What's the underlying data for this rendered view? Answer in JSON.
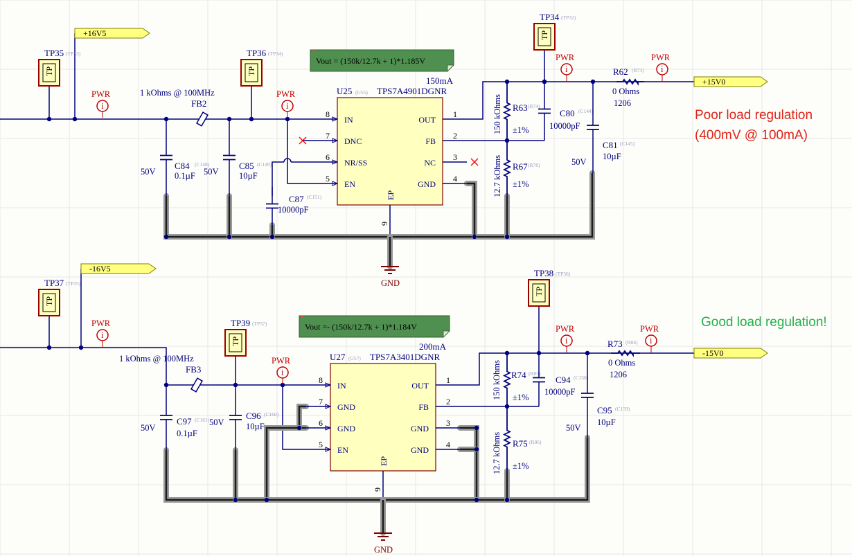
{
  "notes": {
    "poor_line1": "Poor load regulation",
    "poor_line2": "(400mV @ 100mA)",
    "good": "Good load regulation!",
    "poor_color": "#e0241a",
    "good_color": "#22b04b"
  },
  "top": {
    "rail_in": "+16V5",
    "rail_out": "+15V0",
    "formula": "Vout = (150k/12.7k + 1)*1.185V",
    "ic": {
      "ref": "U25",
      "ref_small": "(U55)",
      "part": "TPS7A4901DGNR",
      "current": "150mA",
      "ep": "EP",
      "pins_left": [
        {
          "num": "8",
          "name": "IN"
        },
        {
          "num": "7",
          "name": "DNC"
        },
        {
          "num": "6",
          "name": "NR/SS"
        },
        {
          "num": "5",
          "name": "EN"
        }
      ],
      "pins_right": [
        {
          "num": "1",
          "name": "OUT"
        },
        {
          "num": "2",
          "name": "FB"
        },
        {
          "num": "3",
          "name": "NC"
        },
        {
          "num": "4",
          "name": "GND"
        }
      ],
      "pin_bottom": "9"
    },
    "tp_a": {
      "ref": "TP35",
      "small": "(TP33)"
    },
    "tp_b": {
      "ref": "TP36",
      "small": "(TP34)"
    },
    "tp_c": {
      "ref": "TP34",
      "small": "(TP32)"
    },
    "fb": {
      "ref": "FB2",
      "value": "1 kOhms @ 100MHz"
    },
    "c_a": {
      "ref": "C84",
      "small": "(C148)",
      "value": "0.1µF",
      "volt": "50V"
    },
    "c_b": {
      "ref": "C85",
      "small": "(C149)",
      "value": "10µF",
      "volt": "50V"
    },
    "c_ss": {
      "ref": "C87",
      "small": "(C151)",
      "value": "10000pF"
    },
    "r_top": {
      "ref": "R63",
      "small": "(R74)",
      "value": "150 kOhms",
      "tol": "±1%"
    },
    "r_bot": {
      "ref": "R67",
      "small": "(R78)",
      "value": "12.7 kOhms",
      "tol": "±1%"
    },
    "c_ff": {
      "ref": "C80",
      "small": "(C144)",
      "value": "10000pF"
    },
    "c_out": {
      "ref": "C81",
      "small": "(C145)",
      "value": "10µF",
      "volt": "50V"
    },
    "r_out": {
      "ref": "R62",
      "small": "(R73)",
      "value": "0 Ohms",
      "pkg": "1206"
    }
  },
  "bottom": {
    "rail_in": "-16V5",
    "rail_out": "-15V0",
    "formula": "Vout =- (150k/12.7k + 1)*1.184V",
    "ic": {
      "ref": "U27",
      "ref_small": "(U57)",
      "part": "TPS7A3401DGNR",
      "current": "200mA",
      "ep": "EP",
      "pins_left": [
        {
          "num": "8",
          "name": "IN"
        },
        {
          "num": "7",
          "name": "GND"
        },
        {
          "num": "6",
          "name": "GND"
        },
        {
          "num": "5",
          "name": "EN"
        }
      ],
      "pins_right": [
        {
          "num": "1",
          "name": "OUT"
        },
        {
          "num": "2",
          "name": "FB"
        },
        {
          "num": "3",
          "name": "GND"
        },
        {
          "num": "4",
          "name": "GND"
        }
      ],
      "pin_bottom": "9"
    },
    "tp_a": {
      "ref": "TP37",
      "small": "(TP35)"
    },
    "tp_b": {
      "ref": "TP39",
      "small": "(TP37)"
    },
    "tp_c": {
      "ref": "TP38",
      "small": "(TP36)"
    },
    "fb": {
      "ref": "FB3",
      "value": "1 kOhms @ 100MHz"
    },
    "c_a": {
      "ref": "C97",
      "small": "(C161)",
      "value": "0.1µF",
      "volt": "50V"
    },
    "c_b": {
      "ref": "C96",
      "small": "(C160)",
      "value": "10µF",
      "volt": "50V"
    },
    "r_top": {
      "ref": "R74",
      "small": "(R85)",
      "value": "150 kOhms",
      "tol": "±1%"
    },
    "r_bot": {
      "ref": "R75",
      "small": "(R86)",
      "value": "12.7 kOhms",
      "tol": "±1%"
    },
    "c_ff": {
      "ref": "C94",
      "small": "(C158)",
      "value": "10000pF"
    },
    "c_out": {
      "ref": "C95",
      "small": "(C159)",
      "value": "10µF",
      "volt": "50V"
    },
    "r_out": {
      "ref": "R73",
      "small": "(R84)",
      "value": "0 Ohms",
      "pkg": "1206"
    }
  },
  "labels": {
    "tp": "TP",
    "pwr": "PWR",
    "gnd": "GND",
    "pwr_glyph": "i"
  }
}
